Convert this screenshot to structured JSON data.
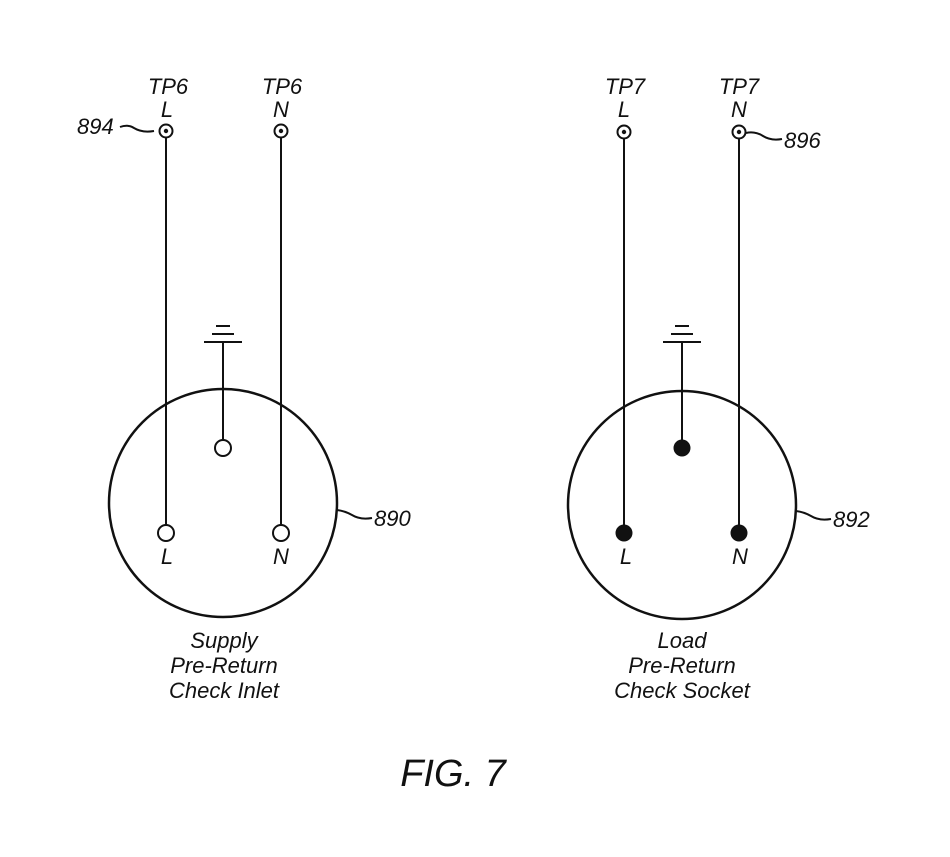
{
  "figure_label": "FIG. 7",
  "left_connector": {
    "ref": "890",
    "tp_l": {
      "name": "TP6",
      "line": "L",
      "ref": "894"
    },
    "tp_n": {
      "name": "TP6",
      "line": "N"
    },
    "pin_l_label": "L",
    "pin_n_label": "N",
    "caption": [
      "Supply",
      "Pre-Return",
      "Check Inlet"
    ],
    "pins_filled": false
  },
  "right_connector": {
    "ref": "892",
    "tp_l": {
      "name": "TP7",
      "line": "L"
    },
    "tp_n": {
      "name": "TP7",
      "line": "N",
      "ref": "896"
    },
    "pin_l_label": "L",
    "pin_n_label": "N",
    "caption": [
      "Load",
      "Pre-Return",
      "Check Socket"
    ],
    "pins_filled": true
  }
}
